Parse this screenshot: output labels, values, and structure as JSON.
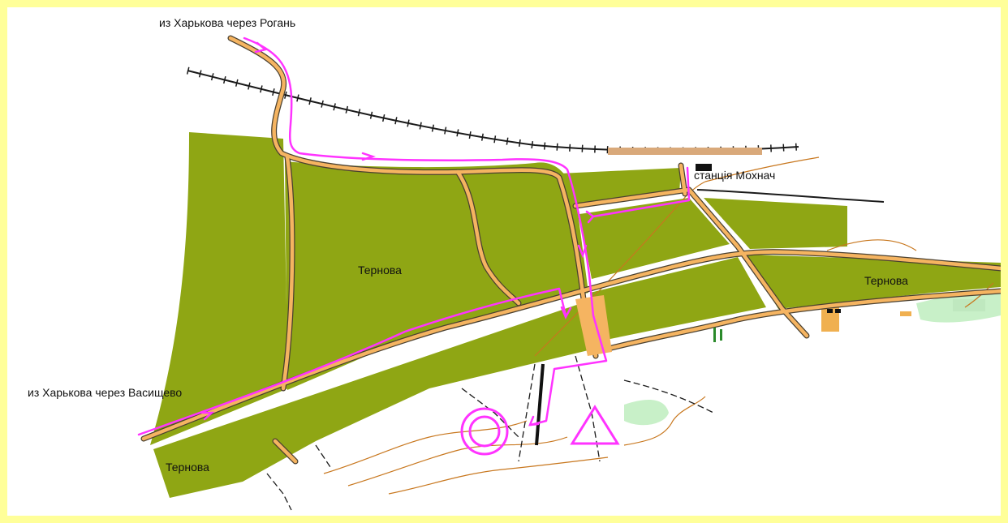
{
  "labels": {
    "route_from_rogan": "из Харькова через Рогань",
    "route_from_vasyshchevo": "из Харькова через Васищево",
    "station": "станція Мохнач",
    "area_ternova_center": "Тернова",
    "area_ternova_right": "Тернова",
    "area_ternova_bottom": "Тернова"
  },
  "colors": {
    "border": "#ffff99",
    "forest": "#8fa614",
    "route": "#ff33ff",
    "road_fill": "#f5b461",
    "road_edge": "#4a4030",
    "railway": "#1a1a1a",
    "contour": "#c8771e",
    "meadow": "#bfeec0"
  },
  "symbols": {
    "start": "triangle",
    "finish": "double-circle"
  }
}
